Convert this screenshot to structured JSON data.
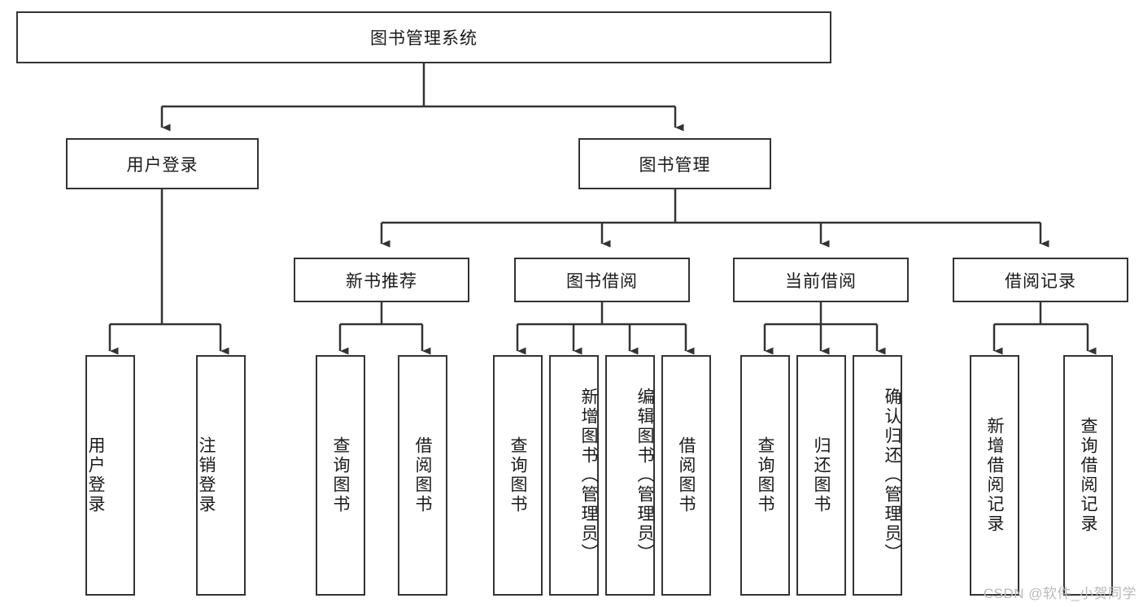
{
  "diagram": {
    "title": "图书管理系统",
    "type": "tree-hierarchy",
    "colors": {
      "box_border": "#333333",
      "box_fill": "#ffffff",
      "connector": "#333333",
      "text": "#1a1a1a",
      "watermark": "#b9b9b9",
      "background": "#ffffff"
    },
    "watermark": "CSDN @软件_小贺同学",
    "nodes": {
      "root": {
        "label": "图书管理系统",
        "orientation": "horizontal"
      },
      "level1": [
        {
          "label": "用户登录",
          "orientation": "horizontal"
        },
        {
          "label": "图书管理",
          "orientation": "horizontal"
        }
      ],
      "level2": [
        {
          "label": "新书推荐",
          "orientation": "horizontal"
        },
        {
          "label": "图书借阅",
          "orientation": "horizontal"
        },
        {
          "label": "当前借阅",
          "orientation": "horizontal"
        },
        {
          "label": "借阅记录",
          "orientation": "horizontal"
        }
      ],
      "leaves": {
        "user_login": [
          {
            "label": "用户登录",
            "orientation": "vertical",
            "align": "bottom"
          },
          {
            "label": "注销登录",
            "orientation": "vertical",
            "align": "bottom"
          }
        ],
        "new_book_recommend": [
          {
            "label": "查询图书",
            "orientation": "vertical",
            "align": "center"
          },
          {
            "label": "借阅图书",
            "orientation": "vertical",
            "align": "center"
          }
        ],
        "book_borrow": [
          {
            "label": "查询图书",
            "orientation": "vertical",
            "align": "center"
          },
          {
            "label": "新增图书（管理员）",
            "orientation": "vertical",
            "align": "top"
          },
          {
            "label": "编辑图书（管理员）",
            "orientation": "vertical",
            "align": "top"
          },
          {
            "label": "借阅图书",
            "orientation": "vertical",
            "align": "center"
          }
        ],
        "current_borrow": [
          {
            "label": "查询图书",
            "orientation": "vertical",
            "align": "center"
          },
          {
            "label": "归还图书",
            "orientation": "vertical",
            "align": "center"
          },
          {
            "label": "确认归还（管理员）",
            "orientation": "vertical",
            "align": "top"
          }
        ],
        "borrow_record": [
          {
            "label": "新增借阅记录",
            "orientation": "vertical",
            "align": "center"
          },
          {
            "label": "查询借阅记录",
            "orientation": "vertical",
            "align": "center"
          }
        ]
      }
    }
  }
}
